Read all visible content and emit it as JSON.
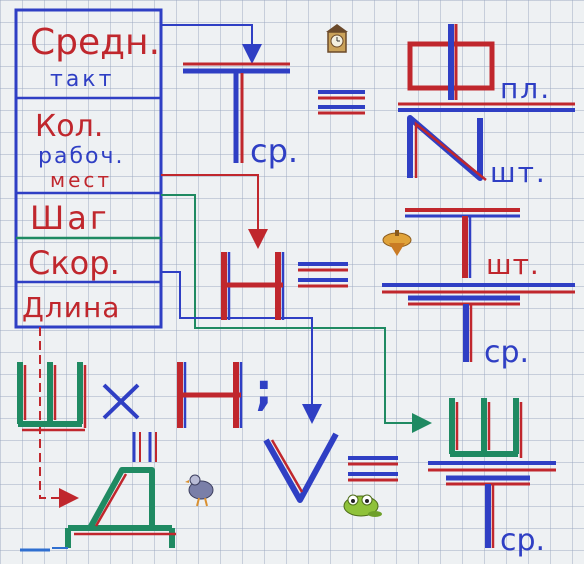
{
  "legend": {
    "items": [
      {
        "line1": "Средн.",
        "line2": "такт"
      },
      {
        "line1": "Кол.",
        "line2": "рабоч.",
        "line3": "мест"
      },
      {
        "line1": "Шаг"
      },
      {
        "line1": "Скор."
      },
      {
        "line1": "Длина"
      }
    ]
  },
  "formulas": {
    "f1": {
      "lhs": "T",
      "lhs_sub": "ср.",
      "eq": "=",
      "num": "Ф",
      "num_sub": "пл.",
      "den": "N",
      "den_sub": "шт."
    },
    "f2": {
      "lhs": "H",
      "eq": "=",
      "num": "T",
      "num_sub": "шт.",
      "den": "T",
      "den_sub": "ср."
    },
    "f3": {
      "a": "Ш",
      "op": "×",
      "b": "H",
      "semi": ";",
      "eq": "=",
      "result": "Д"
    },
    "f4": {
      "lhs": "V",
      "eq": "=",
      "num": "Ш",
      "den": "T",
      "den_sub": "ср."
    }
  },
  "stickers": [
    "clock-sticker",
    "spinning-top-sticker",
    "bird-sticker",
    "frog-sticker"
  ],
  "colors": {
    "blue": "#2f3fc4",
    "red": "#c0272d",
    "green": "#1f8a62",
    "paper": "#eef1f3"
  }
}
